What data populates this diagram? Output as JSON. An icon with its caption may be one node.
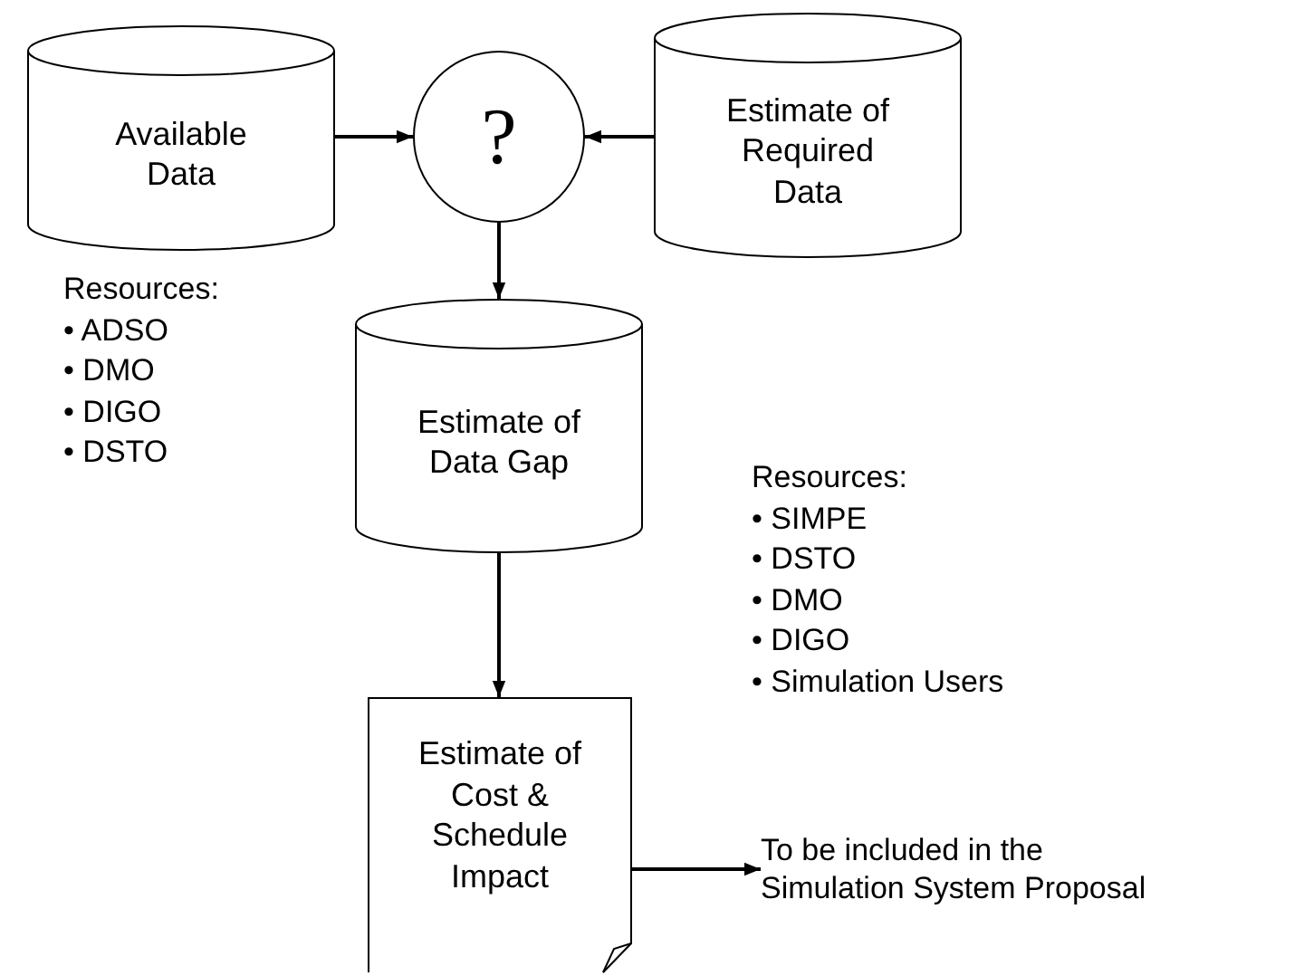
{
  "diagram": {
    "nodes": [
      {
        "text": [
          "Available Data"
        ]
      },
      {
        "text": [
          "?"
        ]
      },
      {
        "text": [
          "Estimate of Required Data"
        ]
      },
      {
        "text": [
          "Estimate of Data Gap"
        ]
      },
      {
        "text": [
          "Estimate of Cost & Schedule Impact"
        ]
      },
      {
        "text": [
          "To be included in the Simulation System Proposal"
        ]
      }
    ],
    "edges": [
      {
        "from": 0,
        "to": 1,
        "arrow": "to"
      },
      {
        "from": 2,
        "to": 1,
        "arrow": "to"
      },
      {
        "from": 1,
        "to": 3,
        "arrow": "to"
      },
      {
        "from": 3,
        "to": 4,
        "arrow": "to"
      },
      {
        "from": 4,
        "to": 5,
        "arrow": "to"
      }
    ],
    "labels": [
      "Resources:",
      "• ADSO",
      "• DMO",
      "• DIGO",
      "• DSTO",
      "Resources:",
      "• SIMPE",
      "• DSTO",
      "• DMO",
      "• DIGO",
      "• Simulation Users"
    ]
  }
}
